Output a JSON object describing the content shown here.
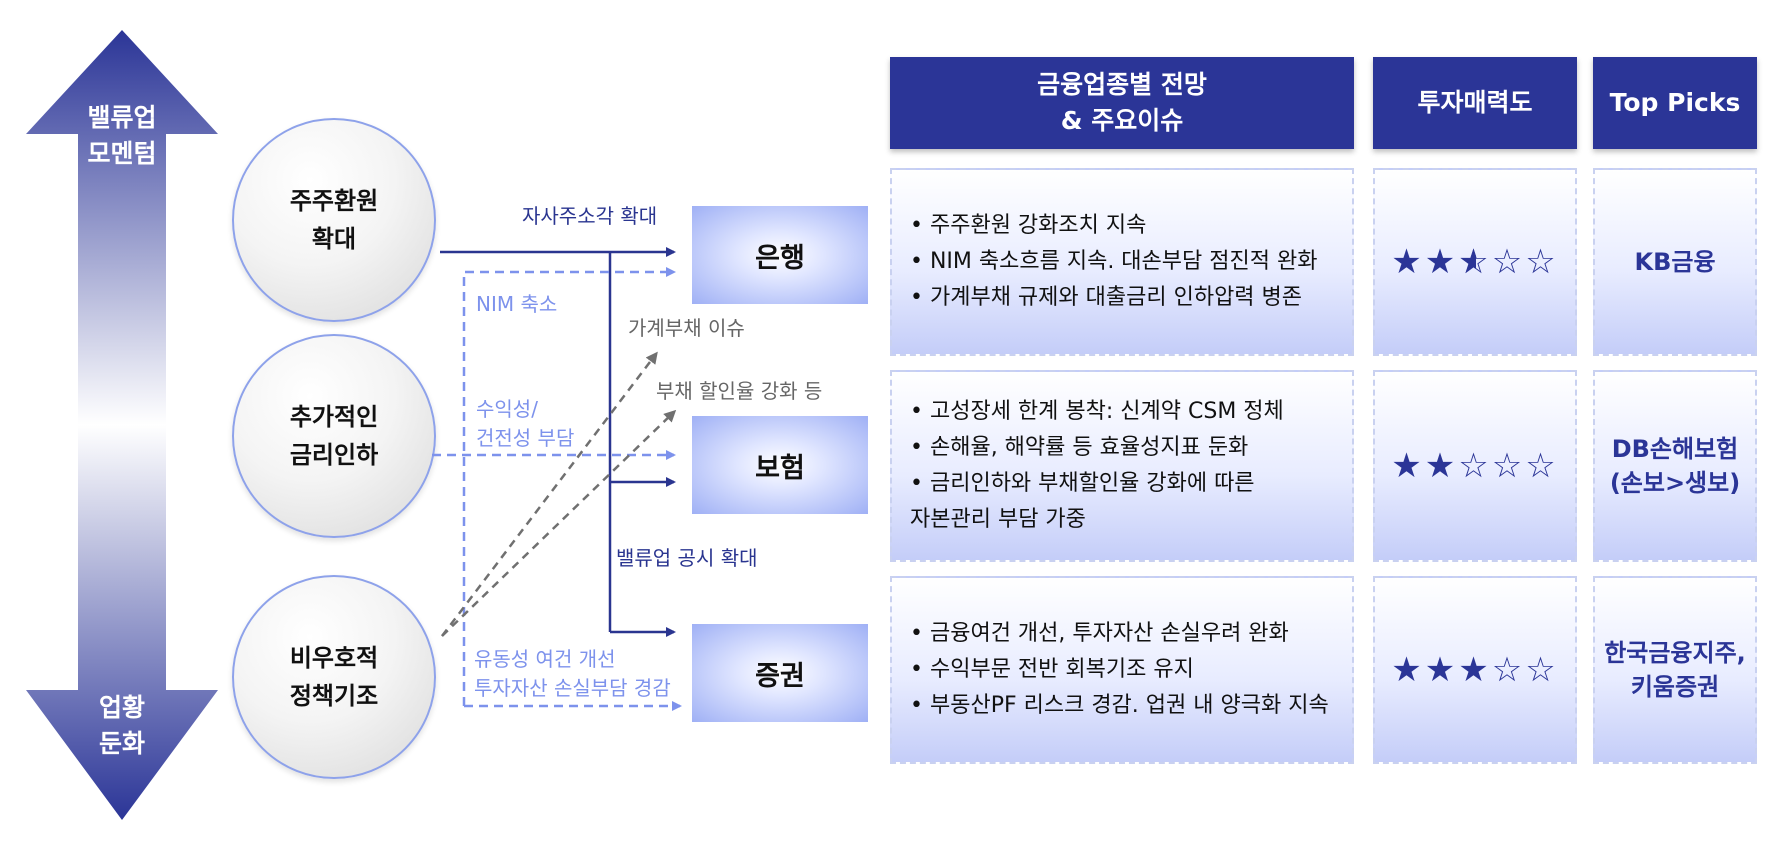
{
  "axis": {
    "top_label": "밸류업\n모멘텀",
    "bottom_label": "업황\n둔화",
    "colors": {
      "top": "#2b3597",
      "mid": "#ffffff",
      "bottom": "#2b3597"
    }
  },
  "drivers": [
    {
      "label": "주주환원\n확대"
    },
    {
      "label": "추가적인\n금리인하"
    },
    {
      "label": "비우호적\n정책기조"
    }
  ],
  "sectors": [
    {
      "label": "은행"
    },
    {
      "label": "보험"
    },
    {
      "label": "증권"
    }
  ],
  "flows": {
    "buyback": "자사주소각 확대",
    "nim": "NIM 축소",
    "household_debt": "가계부채 이슈",
    "liability_discount": "부채 할인율 강화 등",
    "profitability": "수익성/\n건전성 부담",
    "valueup_disclosure": "밸류업 공시 확대",
    "liquidity": "유동성 여건 개선\n투자자산 손실부담 경감"
  },
  "table": {
    "headers": [
      "금융업종별 전망\n& 주요이슈",
      "투자매력도",
      "Top Picks"
    ],
    "rows": [
      {
        "issues": [
          "• 주주환원 강화조치 지속",
          "• NIM 축소흐름 지속. 대손부담 점진적 완화",
          "• 가계부채 규제와 대출금리 인하압력 병존"
        ],
        "rating": 2.5,
        "pick": "KB금융"
      },
      {
        "issues": [
          "• 고성장세 한계 봉착: 신계약 CSM 정체",
          "• 손해율, 해약률 등 효율성지표 둔화",
          "• 금리인하와 부채할인율 강화에 따른\n  자본관리 부담 가중"
        ],
        "rating": 2,
        "pick": "DB손해보험\n(손보>생보)"
      },
      {
        "issues": [
          "• 금융여건 개선, 투자자산 손실우려 완화",
          "• 수익부문 전반 회복기조 유지",
          "• 부동산PF 리스크 경감. 업권 내 양극화 지속"
        ],
        "rating": 3,
        "pick": "한국금융지주,\n키움증권"
      }
    ],
    "rating_max": 5
  },
  "colors": {
    "navy": "#2b3597",
    "flow_dark": "#2a3590",
    "flow_light": "#7d92ec",
    "flow_gray": "#707070"
  }
}
